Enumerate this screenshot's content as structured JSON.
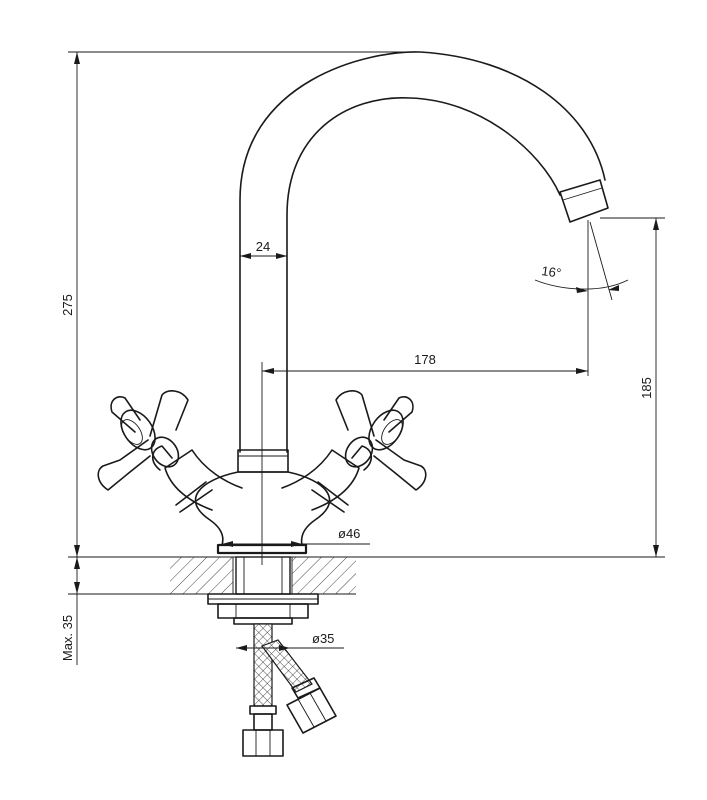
{
  "dimensions": {
    "total_height": "275",
    "spout_tube_diameter": "24",
    "spout_reach": "178",
    "spout_angle": "16°",
    "outlet_height": "185",
    "base_diameter": "ø46",
    "mount_hole_diameter": "ø35",
    "max_counter_thickness": "Max. 35"
  }
}
